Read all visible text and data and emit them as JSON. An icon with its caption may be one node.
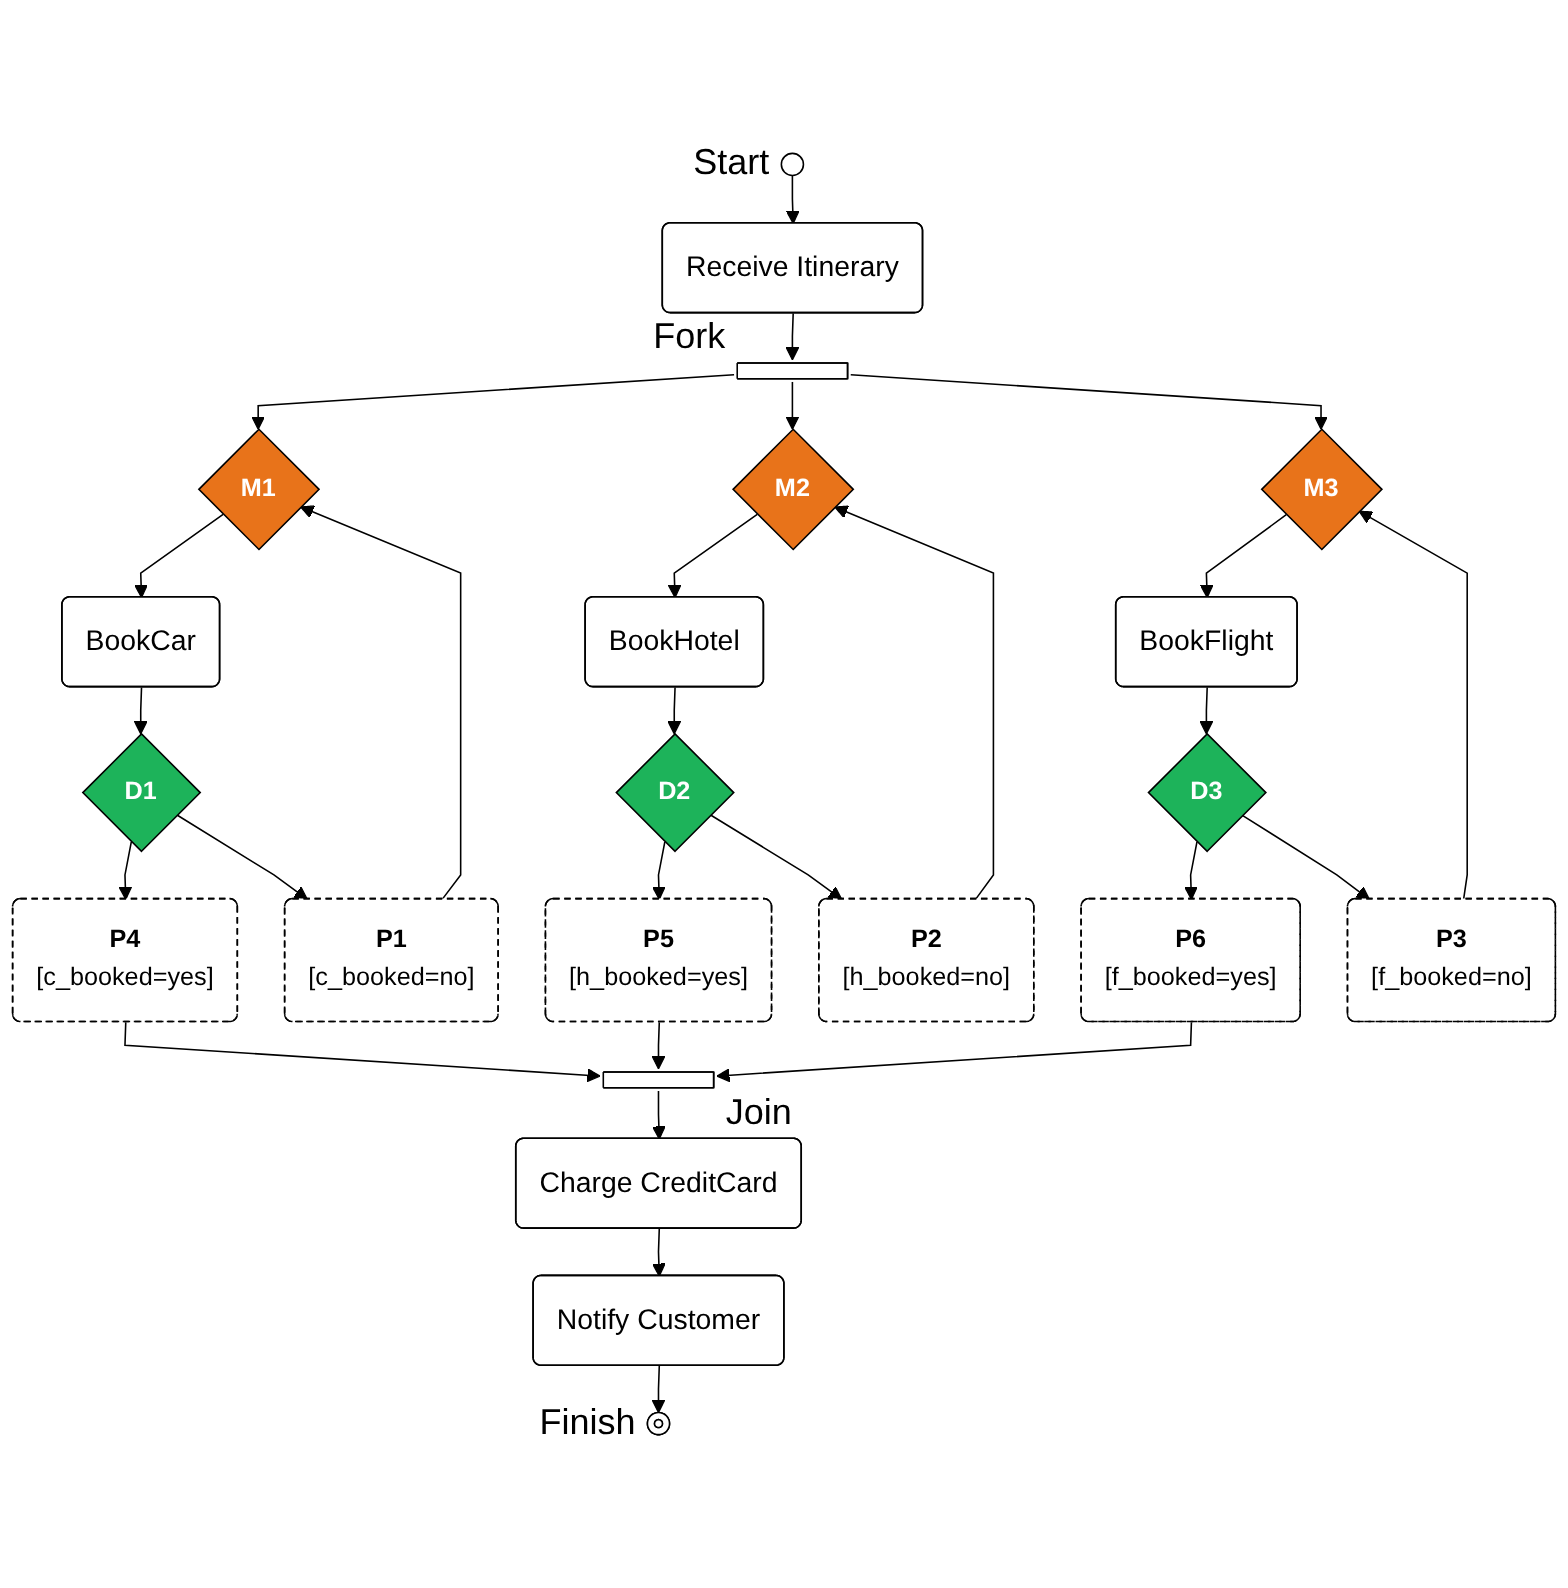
{
  "diagram": {
    "nodes": [
      {
        "text": [],
        "shape": "circle",
        "beside": [
          "Start"
        ]
      },
      {
        "text": [
          "Receive Itinerary"
        ]
      },
      {
        "text": [],
        "shape": "bar",
        "beside": [
          "Fork"
        ]
      },
      {
        "text": [
          "M1"
        ]
      },
      {
        "text": [
          "M2"
        ]
      },
      {
        "text": [
          "M3"
        ]
      },
      {
        "text": [
          "BookCar"
        ]
      },
      {
        "text": [
          "BookHotel"
        ]
      },
      {
        "text": [
          "BookFlight"
        ]
      },
      {
        "text": [
          "P1",
          "[c_booked=no]"
        ]
      },
      {
        "text": [
          "P2",
          "[h_booked=no]"
        ]
      },
      {
        "text": [
          "P3",
          "[f_booked=no]"
        ]
      },
      {
        "text": [
          "D1"
        ]
      },
      {
        "text": [
          "D2"
        ]
      },
      {
        "text": [
          "D3"
        ]
      },
      {
        "text": [
          "P4",
          "[c_booked=yes]"
        ]
      },
      {
        "text": [
          "P5",
          "[h_booked=yes]"
        ]
      },
      {
        "text": [
          "P6",
          "[f_booked=yes]"
        ]
      },
      {
        "text": [],
        "shape": "bar",
        "beside": [
          "Join"
        ]
      },
      {
        "text": [
          "Charge CreditCard"
        ]
      },
      {
        "text": [
          "Notify Customer"
        ]
      },
      {
        "text": [],
        "shape": "circle",
        "beside": [
          "Finish"
        ]
      }
    ],
    "edges": [
      {
        "from": 0,
        "to": 1,
        "arrow": "to"
      },
      {
        "from": 1,
        "to": 2,
        "arrow": "to"
      },
      {
        "from": 2,
        "to": 3,
        "arrow": "to"
      },
      {
        "from": 2,
        "to": 4,
        "arrow": "to"
      },
      {
        "from": 2,
        "to": 5,
        "arrow": "to"
      },
      {
        "from": 3,
        "to": 6,
        "arrow": "to"
      },
      {
        "from": 4,
        "to": 7,
        "arrow": "to"
      },
      {
        "from": 5,
        "to": 8,
        "arrow": "to"
      },
      {
        "from": 6,
        "to": 12,
        "arrow": "to"
      },
      {
        "from": 7,
        "to": 13,
        "arrow": "to"
      },
      {
        "from": 8,
        "to": 14,
        "arrow": "to"
      },
      {
        "from": 12,
        "to": 9,
        "arrow": "to"
      },
      {
        "from": 9,
        "to": 3,
        "arrow": "to"
      },
      {
        "from": 13,
        "to": 10,
        "arrow": "to"
      },
      {
        "from": 10,
        "to": 4,
        "arrow": "to"
      },
      {
        "from": 14,
        "to": 11,
        "arrow": "to"
      },
      {
        "from": 11,
        "to": 5,
        "arrow": "to"
      },
      {
        "from": 12,
        "to": 15,
        "arrow": "to"
      },
      {
        "from": 13,
        "to": 16,
        "arrow": "to"
      },
      {
        "from": 14,
        "to": 17,
        "arrow": "to"
      },
      {
        "from": 15,
        "to": 18,
        "arrow": "to"
      },
      {
        "from": 16,
        "to": 18,
        "arrow": "to"
      },
      {
        "from": 17,
        "to": 18,
        "arrow": "to"
      },
      {
        "from": 18,
        "to": 19,
        "arrow": "to"
      },
      {
        "from": 19,
        "to": 20,
        "arrow": "to"
      },
      {
        "from": 20,
        "to": 21,
        "arrow": "to"
      }
    ]
  }
}
